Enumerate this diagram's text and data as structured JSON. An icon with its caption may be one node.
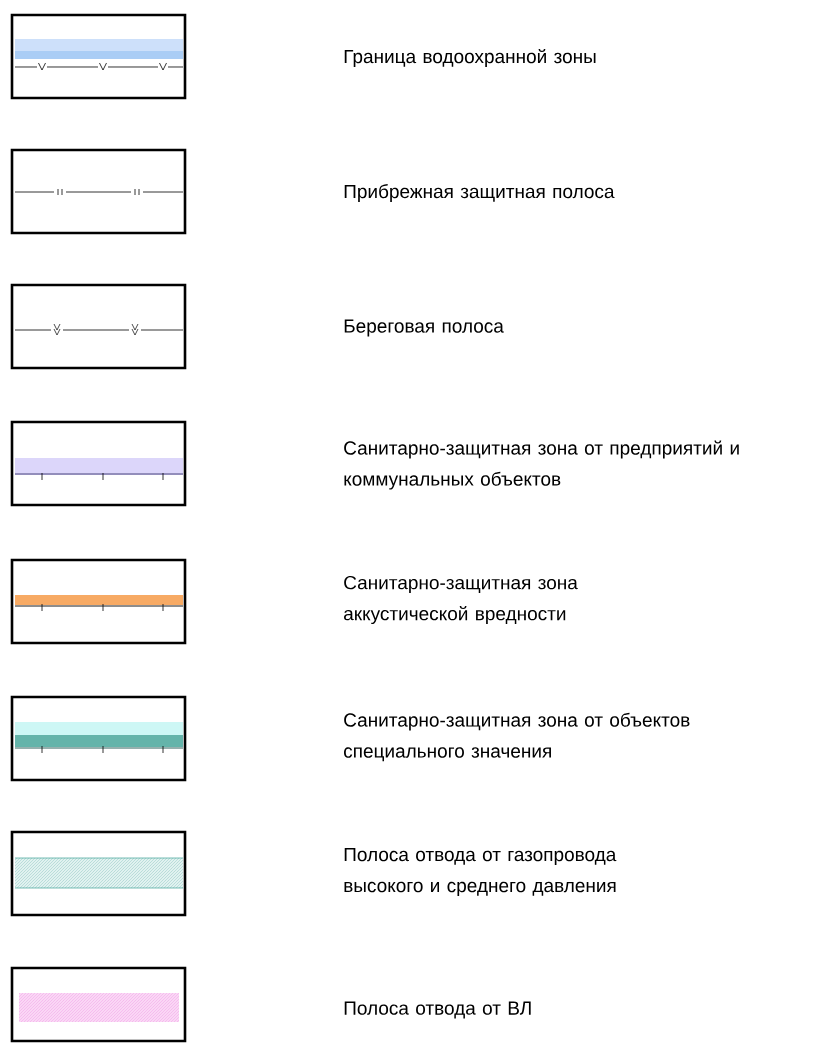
{
  "diagram": {
    "legend": [
      {
        "text": "Граница водоохранной зоны"
      },
      {
        "text": "Прибрежная защитная полоса"
      },
      {
        "text": "Береговая полоса"
      },
      {
        "text": "Санитарно-защитная зона от предприятий и коммунальных объектов"
      },
      {
        "text": "Санитарно-защитная зона аккустической вредности"
      },
      {
        "text": "Санитарно-защитная зона от объектов специального значения"
      },
      {
        "text": "Полоса отвода от газопровода высокого и среднего давления"
      },
      {
        "text": "Полоса отвода от ВЛ"
      }
    ]
  }
}
